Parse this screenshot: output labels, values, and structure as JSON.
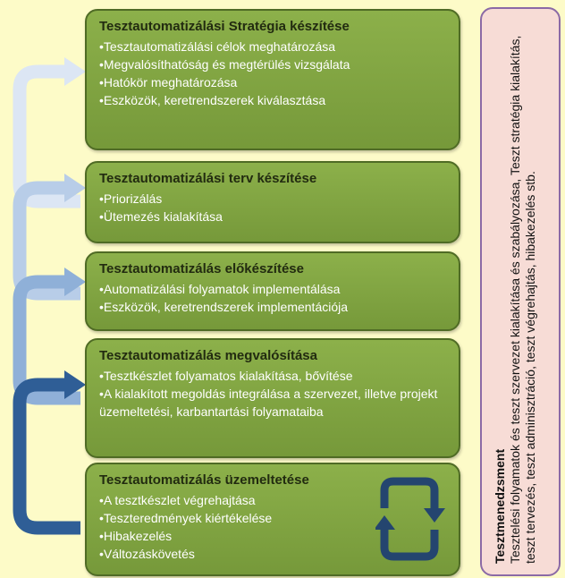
{
  "steps": [
    {
      "title": "Tesztautomatizálási Stratégia készítése",
      "items": [
        "Tesztautomatizálási célok meghatározása",
        "Megvalósíthatóság és megtérülés vizsgálata",
        "Hatókör meghatározása",
        "Eszközök, keretrendszerek kiválasztása"
      ]
    },
    {
      "title": "Tesztautomatizálási terv készítése",
      "items": [
        "Priorizálás",
        "Ütemezés kialakítása"
      ]
    },
    {
      "title": "Tesztautomatizálás előkészítése",
      "items": [
        "Automatizálási folyamatok implementálása",
        "Eszközök, keretrendszerek implementációja"
      ]
    },
    {
      "title": "Tesztautomatizálás megvalósítása",
      "items": [
        "Tesztkészlet folyamatos kialakítása, bővítése",
        "A kialakított megoldás integrálása a szervezet, illetve projekt  üzemeltetési, karbantartási folyamataiba"
      ]
    },
    {
      "title": "Tesztautomatizálás üzemeltetése",
      "items": [
        "A tesztkészlet végrehajtása",
        "Teszteredmények kiértékelése",
        "Hibakezelés",
        "Változáskövetés"
      ]
    }
  ],
  "side_panel": {
    "title": "Tesztmenedzsment",
    "text": "Tesztelési folyamatok és teszt szervezet kialakítása és szabályozása, Teszt stratégia kialakítás, teszt tervezés, teszt adminisztráció, teszt végrehajtás, hibakezelés stb."
  },
  "colors": {
    "background": "#fdfbc8",
    "box_fill": "#80a442",
    "box_border": "#4f6b25",
    "side_fill": "#f7dcd6",
    "side_border": "#8b6aa6",
    "arrow_shades": [
      "#dce6f4",
      "#b8cde8",
      "#8fb0d8",
      "#2f5e96"
    ],
    "cycle_arrow": "#24456f"
  }
}
